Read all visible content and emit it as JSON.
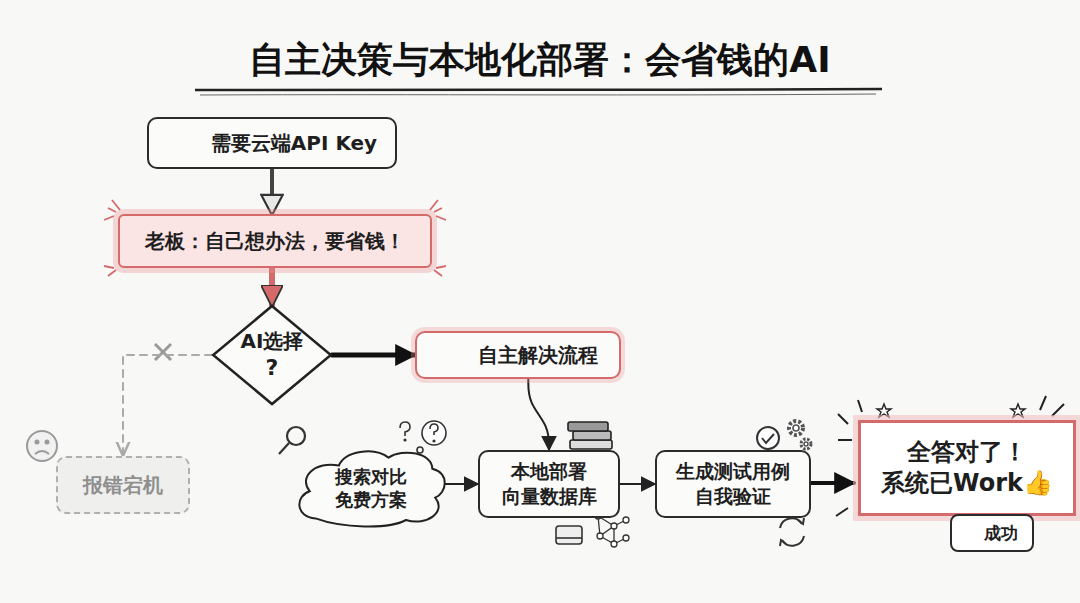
{
  "diagram": {
    "title": "自主决策与本地化部署：会省钱的AI",
    "nodes": [
      {
        "text": [
          "需要云端API Key"
        ]
      },
      {
        "text": [
          "老板：自己想办法，要省钱！"
        ]
      },
      {
        "text": [
          "AI选择",
          "?"
        ]
      },
      {
        "text": [
          "自主解决流程"
        ]
      },
      {
        "text": [
          "报错宕机"
        ]
      },
      {
        "text": [
          "搜索对比 免费方案"
        ]
      },
      {
        "text": [
          "本地部署 向量数据库"
        ]
      },
      {
        "text": [
          "生成测试用例 自我验证"
        ]
      },
      {
        "text": [
          "全答对了！ 系统已Work👍"
        ]
      },
      {
        "text": [
          "成功"
        ]
      }
    ],
    "edges": [
      {
        "from": 0,
        "to": 1,
        "arrow": "to"
      },
      {
        "from": 1,
        "to": 2,
        "arrow": "to"
      },
      {
        "from": 2,
        "to": 3,
        "arrow": "to"
      },
      {
        "from": 2,
        "to": 4,
        "arrow": "to"
      },
      {
        "from": 3,
        "to": 6,
        "arrow": "to"
      },
      {
        "from": 5,
        "to": 6,
        "arrow": "to"
      },
      {
        "from": 6,
        "to": 7,
        "arrow": "to"
      },
      {
        "from": 7,
        "to": 8,
        "arrow": "to"
      }
    ]
  }
}
